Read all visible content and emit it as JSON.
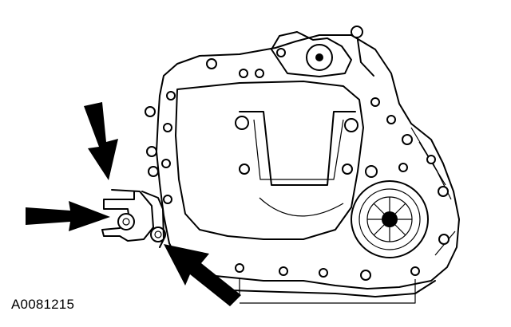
{
  "figure": {
    "id_label": "A0081215",
    "line_color": "#000000",
    "background": "#ffffff",
    "arrows": [
      "arrow-upper-pointing-down",
      "arrow-left-pointing-right",
      "arrow-lower-pointing-up-left"
    ]
  }
}
